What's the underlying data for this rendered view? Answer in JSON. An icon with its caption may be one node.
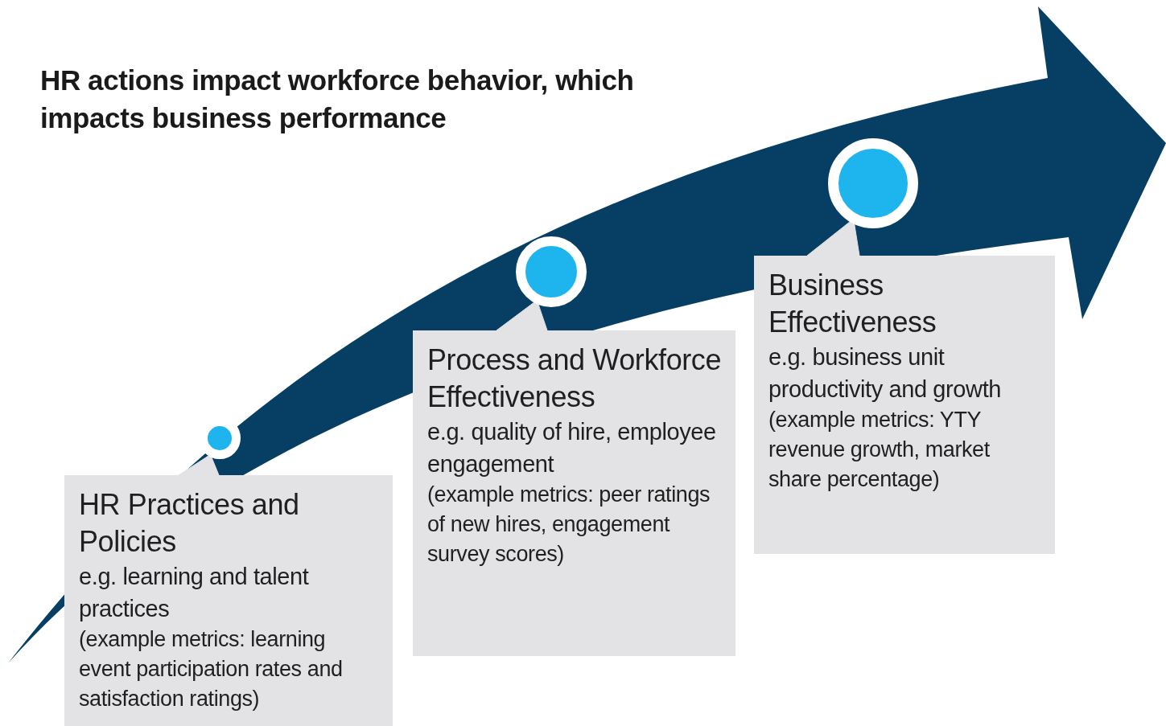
{
  "diagram": {
    "title": "HR actions impact workforce behavior, which impacts business performance",
    "nodes": [
      {
        "text": [],
        "shape": "circle"
      },
      {
        "text": [
          "HR Practices and Policies",
          "e.g. learning and talent practices",
          "(example metrics: learning event participation rates and satisfaction ratings)"
        ]
      },
      {
        "text": [],
        "shape": "circle"
      },
      {
        "text": [
          "Process and Workforce Effectiveness",
          "e.g. quality of hire, employee engagement",
          "(example metrics: peer ratings of new hires, engagement survey scores)"
        ]
      },
      {
        "text": [],
        "shape": "circle"
      },
      {
        "text": [
          "Business Effectiveness",
          "e.g. business unit productivity and growth",
          "(example metrics: YTY revenue growth, market share percentage)"
        ]
      }
    ],
    "edges": [
      {
        "from": 1,
        "to": 0,
        "arrow": "to"
      },
      {
        "from": 3,
        "to": 2,
        "arrow": "to"
      },
      {
        "from": 5,
        "to": 4,
        "arrow": "to"
      }
    ]
  }
}
